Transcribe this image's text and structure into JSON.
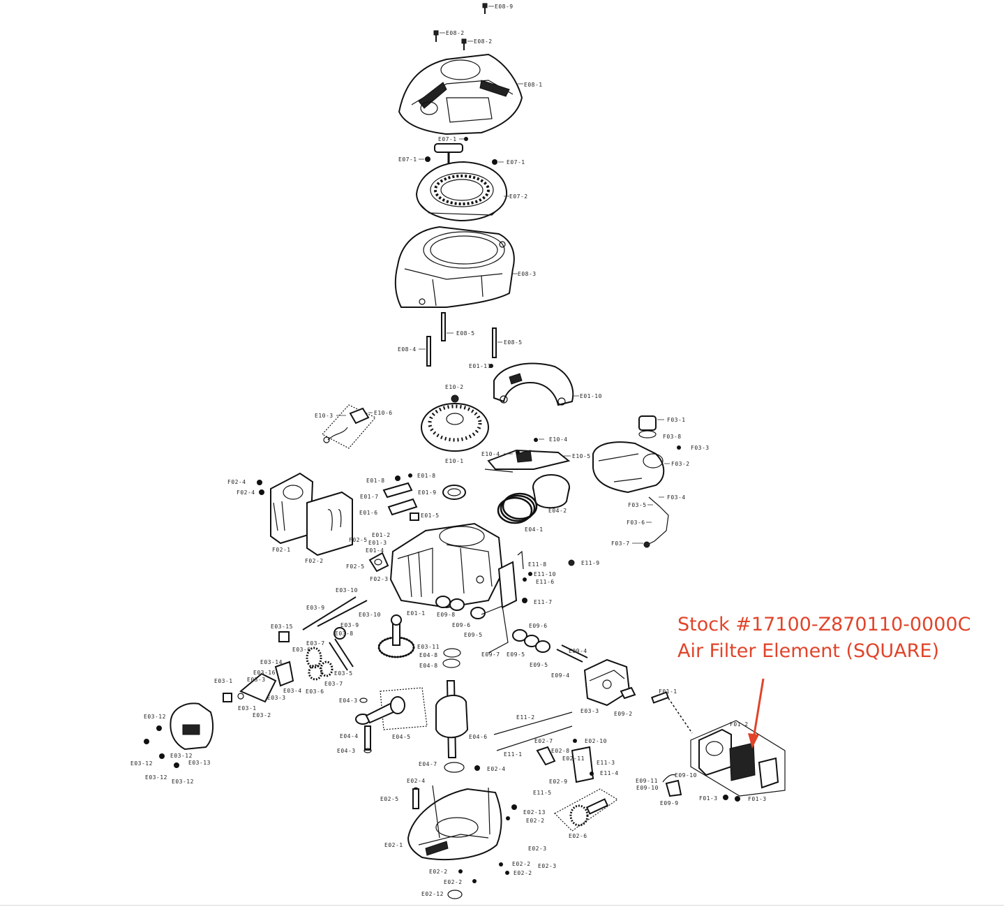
{
  "annotation": {
    "line1": "Stock #17100-Z870110-0000C",
    "line2": "Air Filter Element (SQUARE)",
    "color": "#e0442a"
  },
  "callouts": [
    {
      "id": "e08_9",
      "text": "E08-9"
    },
    {
      "id": "e08_2a",
      "text": "E08-2"
    },
    {
      "id": "e08_2b",
      "text": "E08-2"
    },
    {
      "id": "e08_1",
      "text": "E08-1"
    },
    {
      "id": "e07_1a",
      "text": "E07-1"
    },
    {
      "id": "e07_1b",
      "text": "E07-1"
    },
    {
      "id": "e07_1c",
      "text": "E07-1"
    },
    {
      "id": "e07_2",
      "text": "E07-2"
    },
    {
      "id": "e08_3",
      "text": "E08-3"
    },
    {
      "id": "e08_4",
      "text": "E08-4"
    },
    {
      "id": "e08_5a",
      "text": "E08-5"
    },
    {
      "id": "e08_5b",
      "text": "E08-5"
    },
    {
      "id": "e01_11",
      "text": "E01-11"
    },
    {
      "id": "e01_10",
      "text": "E01-10"
    },
    {
      "id": "e10_2",
      "text": "E10-2"
    },
    {
      "id": "e10_3",
      "text": "E10-3"
    },
    {
      "id": "e10_6",
      "text": "E10-6"
    },
    {
      "id": "e10_1",
      "text": "E10-1"
    },
    {
      "id": "e10_4a",
      "text": "E10-4"
    },
    {
      "id": "e10_4b",
      "text": "E10-4"
    },
    {
      "id": "e10_5",
      "text": "E10-5"
    },
    {
      "id": "f03_1",
      "text": "F03-1"
    },
    {
      "id": "f03_8",
      "text": "F03-8"
    },
    {
      "id": "f03_3",
      "text": "F03-3"
    },
    {
      "id": "f03_2",
      "text": "F03-2"
    },
    {
      "id": "f03_4",
      "text": "F03-4"
    },
    {
      "id": "f03_5",
      "text": "F03-5"
    },
    {
      "id": "f03_6",
      "text": "F03-6"
    },
    {
      "id": "f03_7",
      "text": "F03-7"
    },
    {
      "id": "f02_4a",
      "text": "F02-4"
    },
    {
      "id": "f02_4b",
      "text": "F02-4"
    },
    {
      "id": "f02_1",
      "text": "F02-1"
    },
    {
      "id": "f02_2",
      "text": "F02-2"
    },
    {
      "id": "f02_5a",
      "text": "F02-5"
    },
    {
      "id": "f02_5b",
      "text": "F02-5"
    },
    {
      "id": "f02_3",
      "text": "F02-3"
    },
    {
      "id": "e01_8a",
      "text": "E01-8"
    },
    {
      "id": "e01_8b",
      "text": "E01-8"
    },
    {
      "id": "e01_7",
      "text": "E01-7"
    },
    {
      "id": "e01_6",
      "text": "E01-6"
    },
    {
      "id": "e01_9",
      "text": "E01-9"
    },
    {
      "id": "e01_5",
      "text": "E01-5"
    },
    {
      "id": "e01_2",
      "text": "E01-2"
    },
    {
      "id": "e01_3",
      "text": "E01-3"
    },
    {
      "id": "e01_4",
      "text": "E01-4"
    },
    {
      "id": "e01_1",
      "text": "E01-1"
    },
    {
      "id": "e04_2",
      "text": "E04-2"
    },
    {
      "id": "e04_1",
      "text": "E04-1"
    },
    {
      "id": "e11_8",
      "text": "E11-8"
    },
    {
      "id": "e11_9",
      "text": "E11-9"
    },
    {
      "id": "e11_10",
      "text": "E11-10"
    },
    {
      "id": "e11_6",
      "text": "E11-6"
    },
    {
      "id": "e11_7",
      "text": "E11-7"
    },
    {
      "id": "e03_10a",
      "text": "E03-10"
    },
    {
      "id": "e03_10b",
      "text": "E03-10"
    },
    {
      "id": "e03_9a",
      "text": "E03-9"
    },
    {
      "id": "e03_9b",
      "text": "E03-9"
    },
    {
      "id": "e03_15",
      "text": "E03-15"
    },
    {
      "id": "e03_8",
      "text": "E03-8"
    },
    {
      "id": "e03_7a",
      "text": "E03-7"
    },
    {
      "id": "e03_7b",
      "text": "E03-7"
    },
    {
      "id": "e03_6",
      "text": "E03-6"
    },
    {
      "id": "e03_5",
      "text": "E03-5"
    },
    {
      "id": "e03_6b",
      "text": "E03-6"
    },
    {
      "id": "e03_14",
      "text": "E03-14"
    },
    {
      "id": "e03_16",
      "text": "E03-16"
    },
    {
      "id": "e03_4",
      "text": "E03-4"
    },
    {
      "id": "e03_3a",
      "text": "E03-3"
    },
    {
      "id": "e03_3b",
      "text": "E03-3"
    },
    {
      "id": "e03_1a",
      "text": "E03-1"
    },
    {
      "id": "e03_1b",
      "text": "E03-1"
    },
    {
      "id": "e03_2",
      "text": "E03-2"
    },
    {
      "id": "e03_12a",
      "text": "E03-12"
    },
    {
      "id": "e03_12b",
      "text": "E03-12"
    },
    {
      "id": "e03_12c",
      "text": "E03-12"
    },
    {
      "id": "e03_12d",
      "text": "E03-12"
    },
    {
      "id": "e03_12e",
      "text": "E03-12"
    },
    {
      "id": "e03_13",
      "text": "E03-13"
    },
    {
      "id": "e09_8",
      "text": "E09-8"
    },
    {
      "id": "e09_6a",
      "text": "E09-6"
    },
    {
      "id": "e09_5a",
      "text": "E09-5"
    },
    {
      "id": "e09_7",
      "text": "E09-7"
    },
    {
      "id": "e09_6b",
      "text": "E09-6"
    },
    {
      "id": "e09_5b",
      "text": "E09-5"
    },
    {
      "id": "e09_5c",
      "text": "E09-5"
    },
    {
      "id": "e09_4a",
      "text": "E09-4"
    },
    {
      "id": "e09_4b",
      "text": "E09-4"
    },
    {
      "id": "e03_11",
      "text": "E03-11"
    },
    {
      "id": "e04_8a",
      "text": "E04-8"
    },
    {
      "id": "e04_8b",
      "text": "E04-8"
    },
    {
      "id": "e04_3a",
      "text": "E04-3"
    },
    {
      "id": "e04_5",
      "text": "E04-5"
    },
    {
      "id": "e04_4",
      "text": "E04-4"
    },
    {
      "id": "e04_3b",
      "text": "E04-3"
    },
    {
      "id": "e04_6",
      "text": "E04-6"
    },
    {
      "id": "e04_7",
      "text": "E04-7"
    },
    {
      "id": "e02_4a",
      "text": "E02-4"
    },
    {
      "id": "e02_4b",
      "text": "E02-4"
    },
    {
      "id": "e03_3c",
      "text": "E03-3"
    },
    {
      "id": "e09_2",
      "text": "E09-2"
    },
    {
      "id": "f01_1",
      "text": "F01-1"
    },
    {
      "id": "f01_2",
      "text": "F01-2"
    },
    {
      "id": "f01_3a",
      "text": "F01-3"
    },
    {
      "id": "f01_3b",
      "text": "F01-3"
    },
    {
      "id": "e09_11",
      "text": "E09-11"
    },
    {
      "id": "e09_10a",
      "text": "E09-10"
    },
    {
      "id": "e09_10b",
      "text": "E09-10"
    },
    {
      "id": "e09_9",
      "text": "E09-9"
    },
    {
      "id": "e11_2",
      "text": "E11-2"
    },
    {
      "id": "e11_1",
      "text": "E11-1"
    },
    {
      "id": "e02_7",
      "text": "E02-7"
    },
    {
      "id": "e02_10",
      "text": "E02-10"
    },
    {
      "id": "e02_8",
      "text": "E02-8"
    },
    {
      "id": "e02_11",
      "text": "E02-11"
    },
    {
      "id": "e11_3",
      "text": "E11-3"
    },
    {
      "id": "e11_4",
      "text": "E11-4"
    },
    {
      "id": "e02_9",
      "text": "E02-9"
    },
    {
      "id": "e11_5",
      "text": "E11-5"
    },
    {
      "id": "e02_5",
      "text": "E02-5"
    },
    {
      "id": "e02_13",
      "text": "E02-13"
    },
    {
      "id": "e02_2a",
      "text": "E02-2"
    },
    {
      "id": "e02_6",
      "text": "E02-6"
    },
    {
      "id": "e02_1",
      "text": "E02-1"
    },
    {
      "id": "e02_3a",
      "text": "E02-3"
    },
    {
      "id": "e02_3b",
      "text": "E02-3"
    },
    {
      "id": "e02_2b",
      "text": "E02-2"
    },
    {
      "id": "e02_2c",
      "text": "E02-2"
    },
    {
      "id": "e02_2d",
      "text": "E02-2"
    },
    {
      "id": "e02_2e",
      "text": "E02-2"
    },
    {
      "id": "e02_12",
      "text": "E02-12"
    }
  ]
}
